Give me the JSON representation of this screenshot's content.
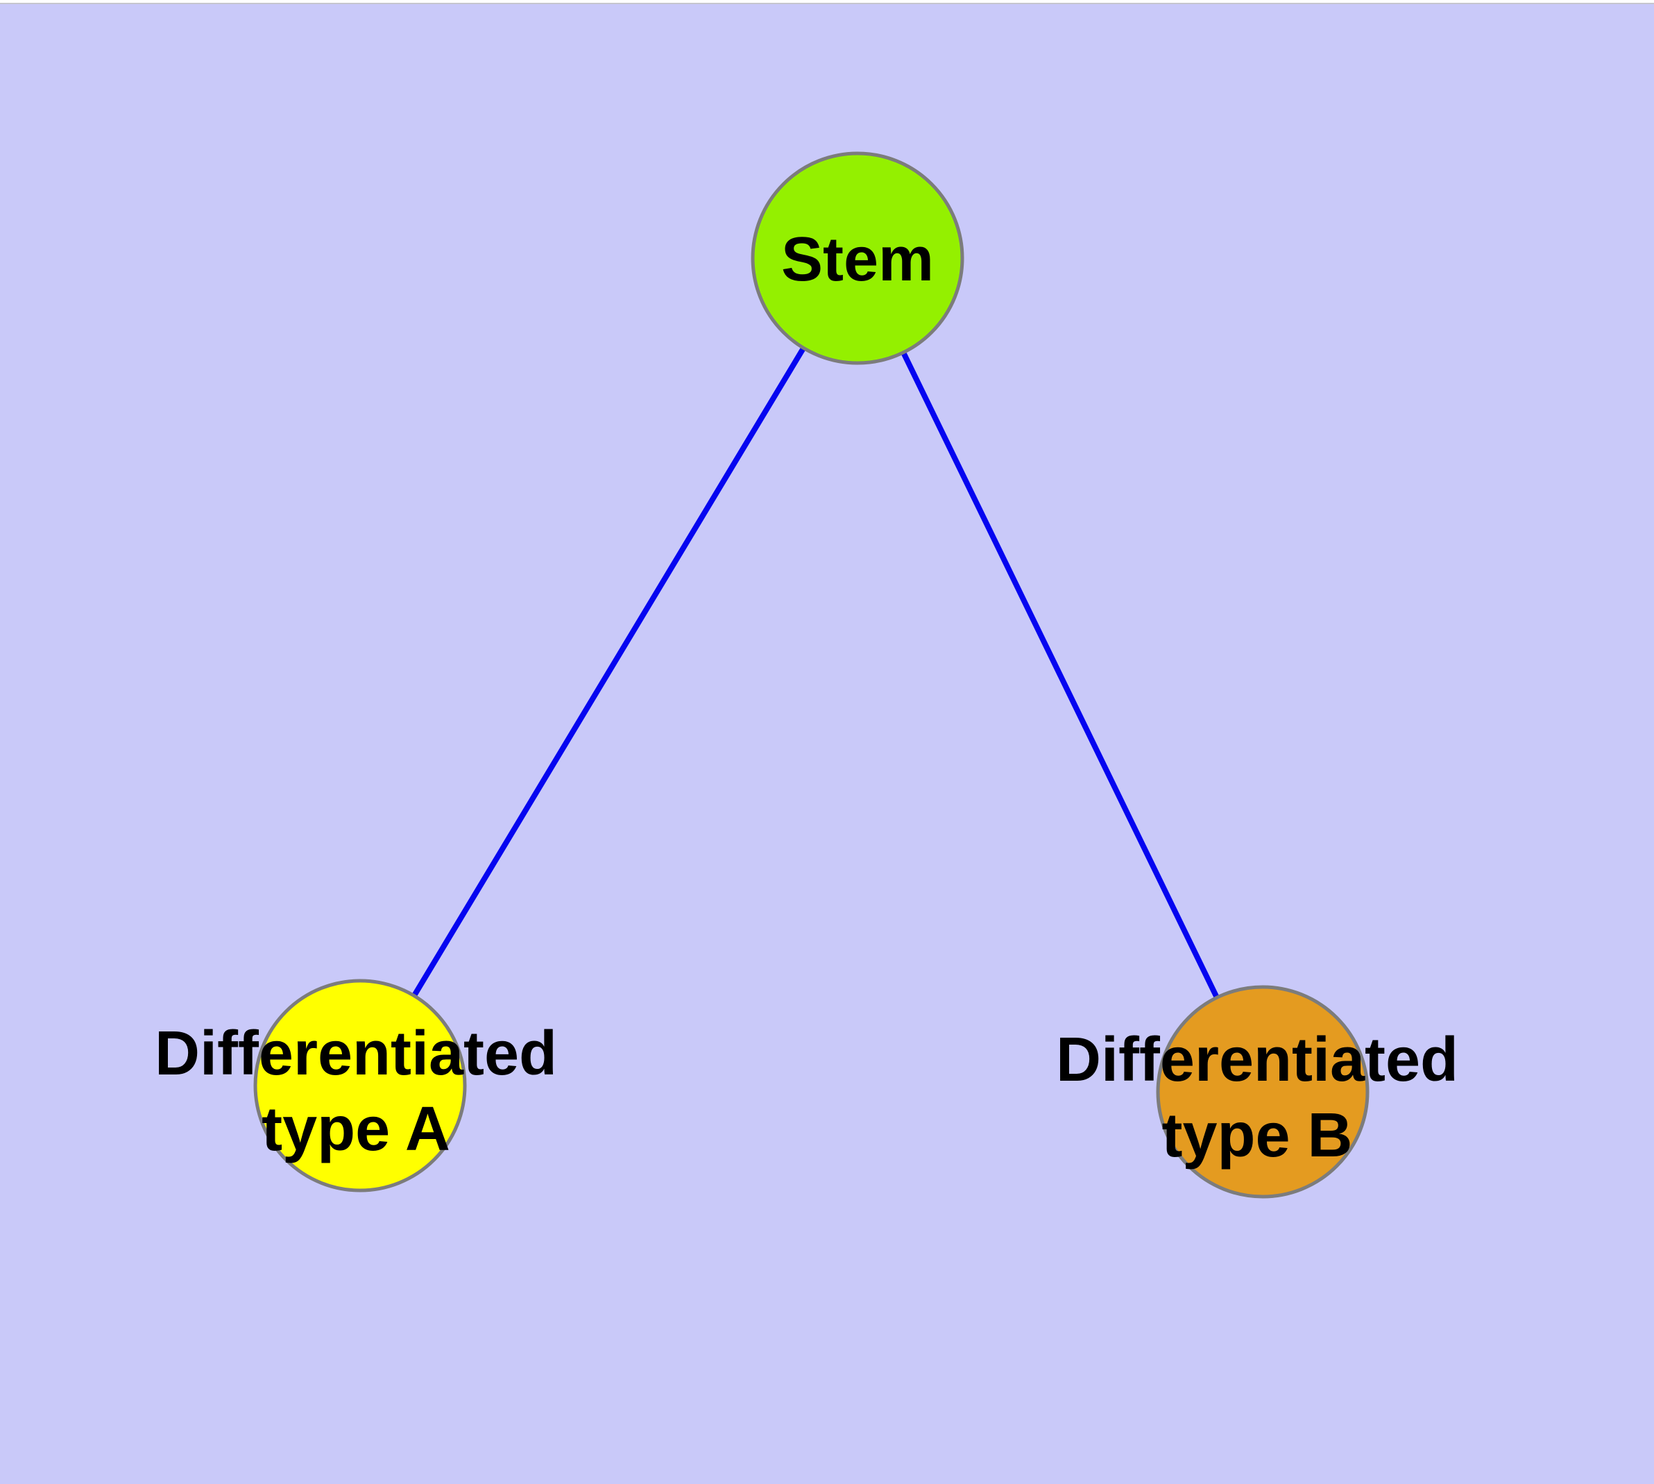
{
  "diagram": {
    "background_color": "#C9C9F9",
    "top_strip_color": "#FFFFFF",
    "edge_color": "#0505F0",
    "node_border_color": "#7C7C7C",
    "label_text_color": "#000000",
    "nodes": {
      "stem": {
        "label": "Stem",
        "fill": "#94F000"
      },
      "type_a": {
        "label_line1": "Differentiated",
        "label_line2": "type A",
        "fill": "#FFFF00"
      },
      "type_b": {
        "label_line1": "Differentiated",
        "label_line2": "type B",
        "fill": "#E49B20"
      }
    },
    "edges": [
      {
        "from": "Stem",
        "to": "Differentiated type A"
      },
      {
        "from": "Stem",
        "to": "Differentiated type B"
      }
    ]
  }
}
